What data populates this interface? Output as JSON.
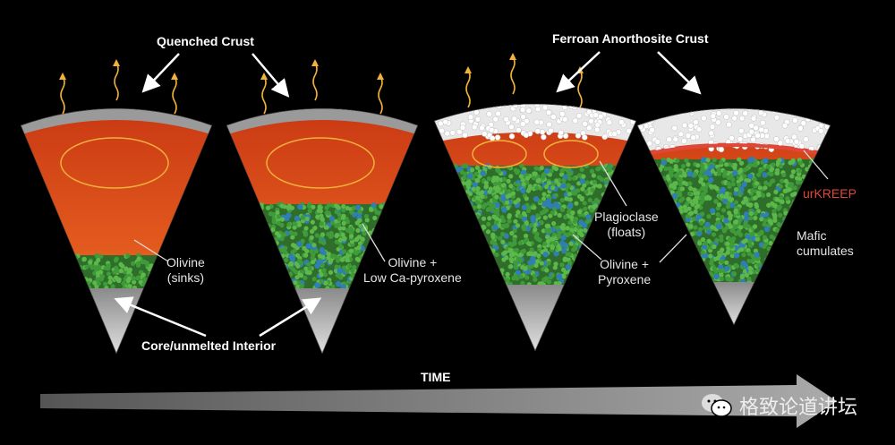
{
  "labels": {
    "quenched_crust": "Quenched Crust",
    "ferroan_crust": "Ferroan Anorthosite Crust",
    "olivine_sinks": "Olivine\n(sinks)",
    "olivine_low_ca": "Olivine +\nLow Ca-pyroxene",
    "plagioclase": "Plagioclase\n(floats)",
    "olivine_pyroxene": "Olivine +\nPyroxene",
    "urkreep": "urKREEP",
    "mafic": "Mafic\ncumulates",
    "core": "Core/unmelted Interior",
    "time": "TIME"
  },
  "watermark": "格致论道讲坛",
  "colors": {
    "magma": "#d9461a",
    "olivine": "#3f9b3a",
    "pyroxene": "#2f7fb5",
    "crust": "#9a9a9a",
    "anorthosite": "#e8e8e8",
    "urkreep": "#e0473a",
    "heat": "#f2b13a"
  }
}
